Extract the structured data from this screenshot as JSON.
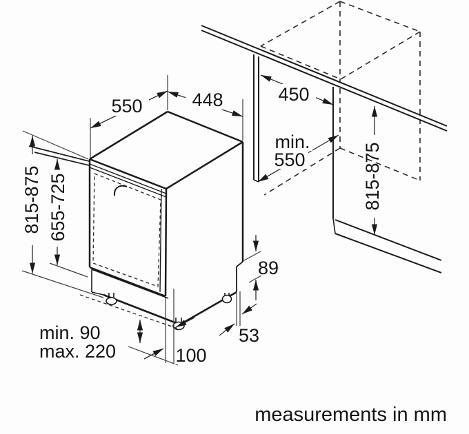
{
  "diagram": {
    "title_hint": "built-under appliance installation drawing",
    "footer": "measurements in mm",
    "units": "mm",
    "dimensions": {
      "top_depth": "550",
      "top_width": "448",
      "niche_width": "450",
      "niche_depth_word": "min.",
      "niche_depth_value": "550",
      "appliance_height": "815-875",
      "door_height": "655-725",
      "niche_height": "815-875",
      "base_height": "89",
      "base_setback": "53",
      "foot_offset": "100",
      "plinth_min": "min. 90",
      "plinth_max": "max. 220"
    },
    "colors": {
      "line": "#1b1b1b",
      "background": "#fdfdfd"
    }
  }
}
